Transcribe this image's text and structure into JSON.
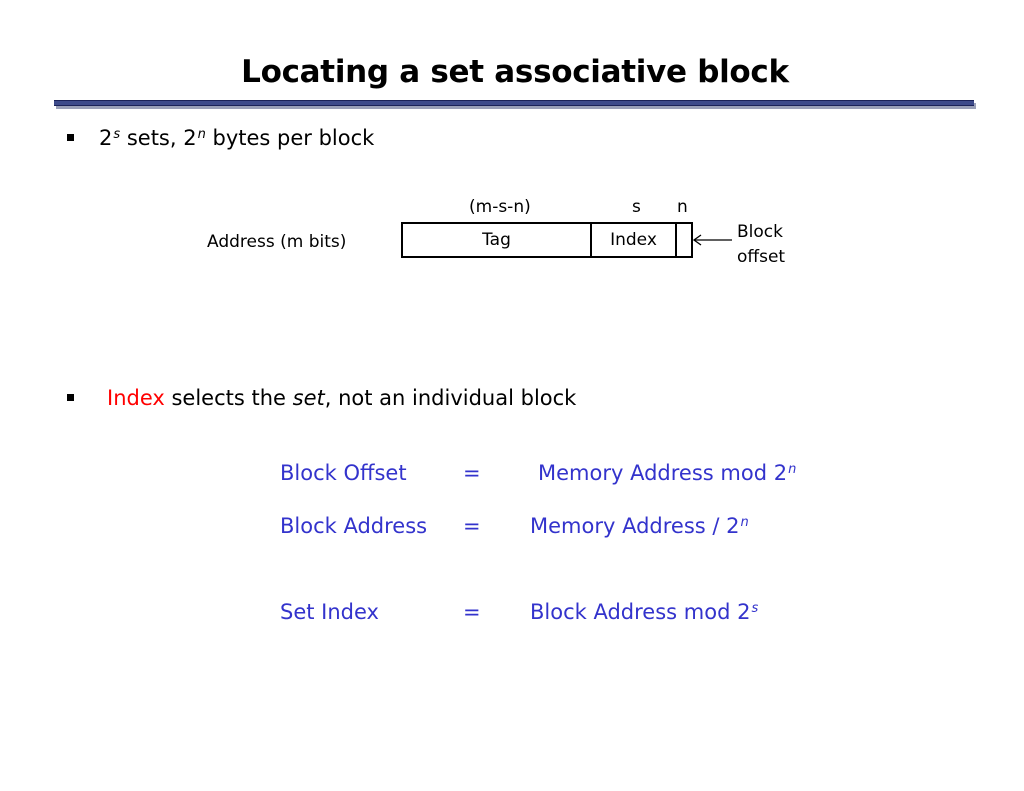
{
  "title": "Locating a set associative block",
  "bullet1": {
    "base1": "2",
    "exp1": "s",
    "mid": " sets, 2",
    "exp2": "n",
    "tail": " bytes per block"
  },
  "diagram": {
    "address_label": "Address (m bits)",
    "tag_width_label": "(m-s-n)",
    "index_width_label": "s",
    "offset_width_label": "n",
    "tag_field": "Tag",
    "index_field": "Index",
    "offset_field": "",
    "offset_callout_line1": "Block",
    "offset_callout_line2": "offset"
  },
  "bullet2": {
    "keyword": "Index",
    "text_a": " selects the ",
    "emph": "set",
    "text_b": ", not an individual block"
  },
  "equations": [
    {
      "lhs": "Block Offset",
      "eq": "=",
      "rhs": "Memory Address mod 2",
      "exp": "n"
    },
    {
      "lhs": "Block Address",
      "eq": "=",
      "rhs": "Memory Address / 2",
      "exp": "n"
    },
    {
      "lhs": "Set Index",
      "eq": "=",
      "rhs": "Block Address mod 2",
      "exp": "s"
    }
  ],
  "colors": {
    "title_rule": "#3d4a8a",
    "equation_text": "#3333cc",
    "keyword_red": "#ff0000"
  }
}
